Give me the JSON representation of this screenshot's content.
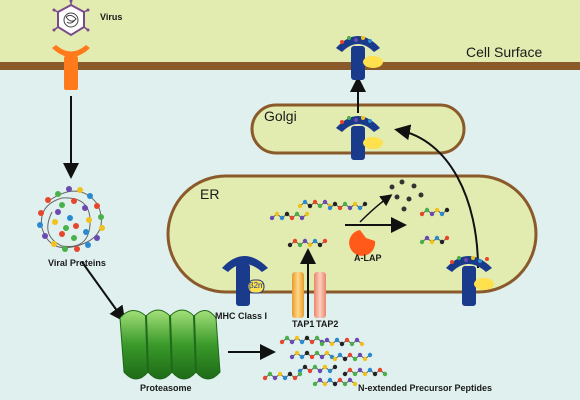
{
  "labels": {
    "virus": "Virus",
    "cell_surface": "Cell Surface",
    "golgi": "Golgi",
    "er": "ER",
    "viral_proteins": "Viral Proteins",
    "proteasome": "Proteasome",
    "mhc_class_i": "MHC Class I",
    "b2m": "β2m",
    "tap1": "TAP1",
    "tap2": "TAP2",
    "a_lap": "A-LAP",
    "n_extended_peptides": "N-extended Precursor Peptides"
  },
  "colors": {
    "extracellular": "#e3ecb0",
    "cytoplasm": "#dff0ee",
    "membrane": "#8b5a2b",
    "organelle_fill": "#e3ecb0",
    "organelle_stroke": "#8b5a2b",
    "mhc": "#1a3a8c",
    "peptide_slot": "#ffe14d",
    "virus_receptor": "#ff7a1a",
    "proteasome": "#3a9a2a",
    "alap": "#ff5a1a",
    "tap1": "#f2b24a",
    "tap2": "#f29a8a"
  },
  "icons": [
    "virus-icon",
    "receptor-icon",
    "viral-protein-icon",
    "proteasome-icon",
    "mhc-icon",
    "tap-icon",
    "alap-icon",
    "peptide-icon"
  ]
}
